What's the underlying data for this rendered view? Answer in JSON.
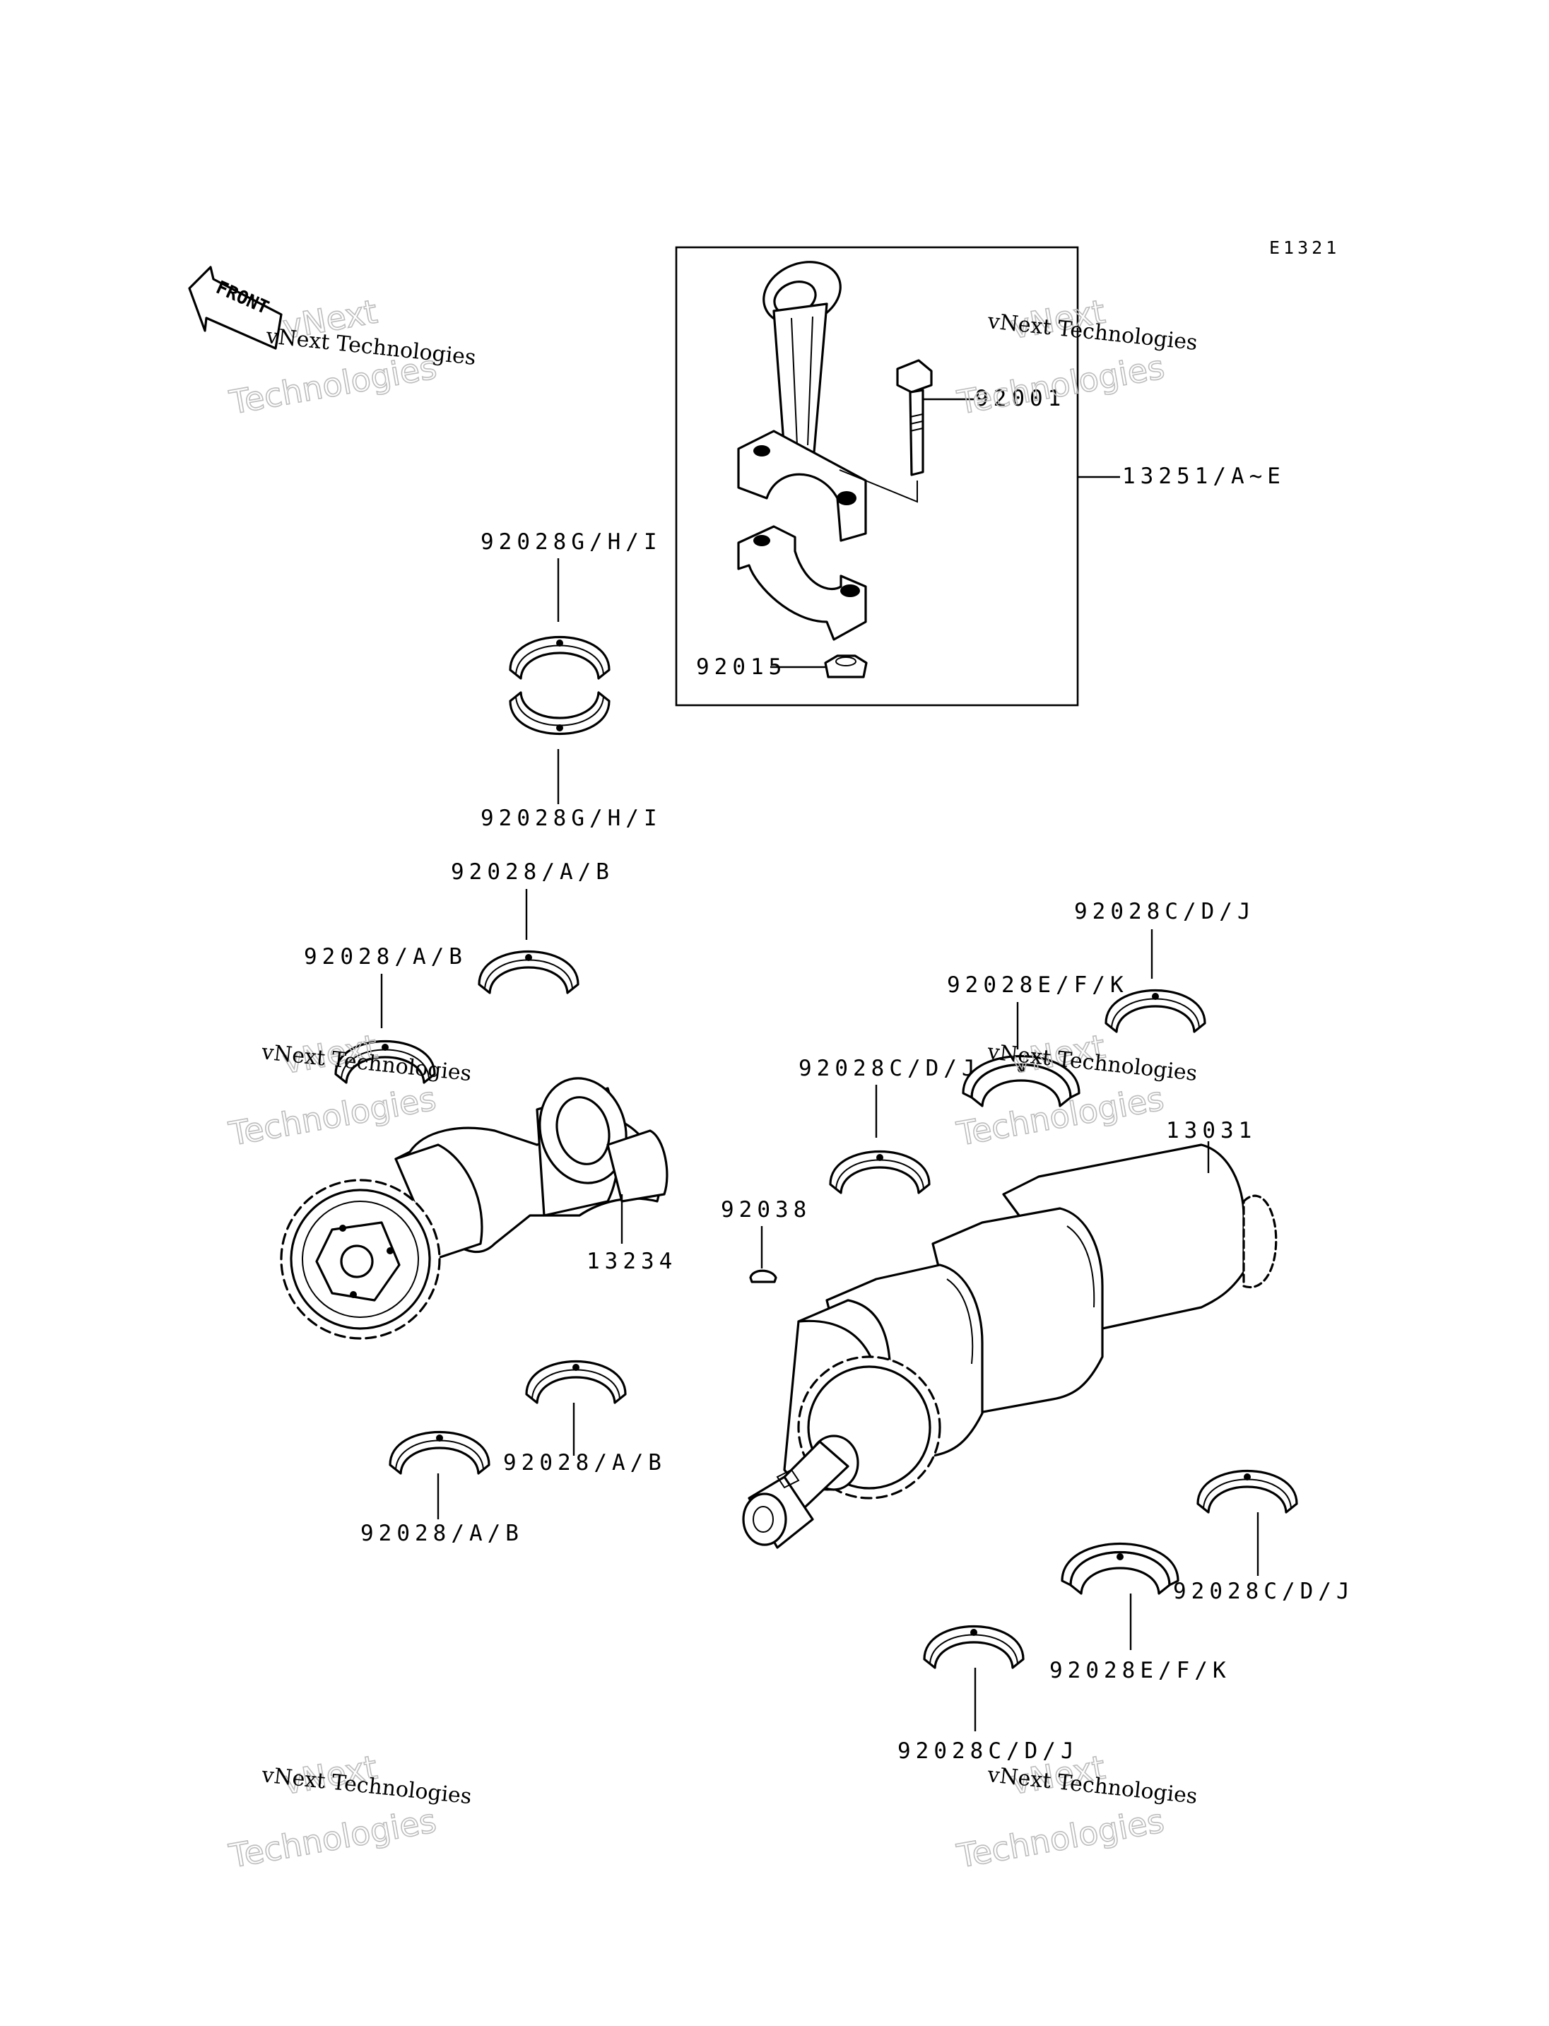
{
  "diagram_code": "E1321",
  "front_label": "FRONT",
  "watermark": {
    "line1": "vNext Technologies",
    "line2": "vNext",
    "line3": "Technologies"
  },
  "labels": {
    "bolt": "92001",
    "connecting_rod_assy": "13251/A~E",
    "nut": "92015",
    "rod_bearing_upper": "92028G/H/I",
    "rod_bearing_lower": "92028G/H/I",
    "balancer_bearing_top": "92028/A/B",
    "balancer_bearing_left": "92028/A/B",
    "balancer_shaft": "13234",
    "balancer_bearing_lower_right": "92028/A/B",
    "balancer_bearing_lower_left": "92028/A/B",
    "main_bearing_top_right": "92028C/D/J",
    "main_bearing_flange_top": "92028E/F/K",
    "main_bearing_mid": "92028C/D/J",
    "key": "92038",
    "crankshaft": "13031",
    "main_bearing_right": "92028C/D/J",
    "main_bearing_flange_bottom": "92028E/F/K",
    "main_bearing_bottom": "92028C/D/J"
  }
}
